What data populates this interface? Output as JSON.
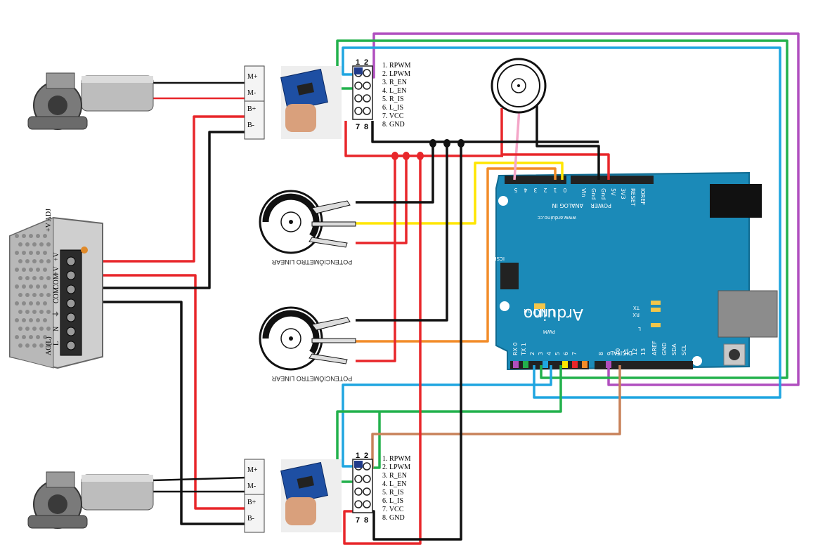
{
  "driver_module": {
    "pin_labels": [
      "1. RPWM",
      "2. LPWM",
      "3. R_EN",
      "4. L_EN",
      "5. R_IS",
      "6. L_IS",
      "7. VCC",
      "8. GND"
    ],
    "header_top": [
      "1",
      "2"
    ],
    "header_bottom": [
      "7",
      "8"
    ],
    "motor_terminals": [
      "M+",
      "M-",
      "B+",
      "B-"
    ]
  },
  "potentiometer": {
    "label": "POTENCIÔMETRO LINEAR"
  },
  "power_supply": {
    "terminals": [
      "+V",
      "+V",
      "COM",
      "COM",
      "⏚",
      "N",
      "L"
    ],
    "adj_label": "+V ADJ",
    "ac_label": "AC(L)"
  },
  "arduino": {
    "brand": "Arduino",
    "model": "UNO",
    "url": "www.arduino.cc",
    "analog_label": "ANALOG IN",
    "analog_pins": [
      "5",
      "4",
      "3",
      "2",
      "1",
      "0"
    ],
    "power_label": "POWER",
    "power_pins": [
      "Vin",
      "Gnd",
      "Gnd",
      "5V",
      "3V3",
      "RESET",
      "IOREF"
    ],
    "digital_label": "DIGITAL",
    "digital_pins_low": [
      "7",
      "6",
      "5",
      "4",
      "3",
      "2",
      "TX 1",
      "RX 0"
    ],
    "digital_pins_high": [
      "13",
      "12",
      "11",
      "10",
      "9",
      "8"
    ],
    "right_labels": [
      "AREF",
      "GND",
      "SDA",
      "SCL"
    ],
    "pwm_label": "PWM",
    "icsp_label": "ICSP",
    "on_label": "ON",
    "tx_label": "TX",
    "rx_label": "RX",
    "l_label": "L"
  },
  "colors": {
    "red": "#e8262a",
    "black": "#111111",
    "green": "#22b14c",
    "blue": "#1fa5e0",
    "purple": "#b04fbf",
    "yellow": "#ffe600",
    "orange": "#f28c28",
    "brown": "#c8825a",
    "pink": "#f4a6c8",
    "arduino_board": "#1b8ab8"
  }
}
